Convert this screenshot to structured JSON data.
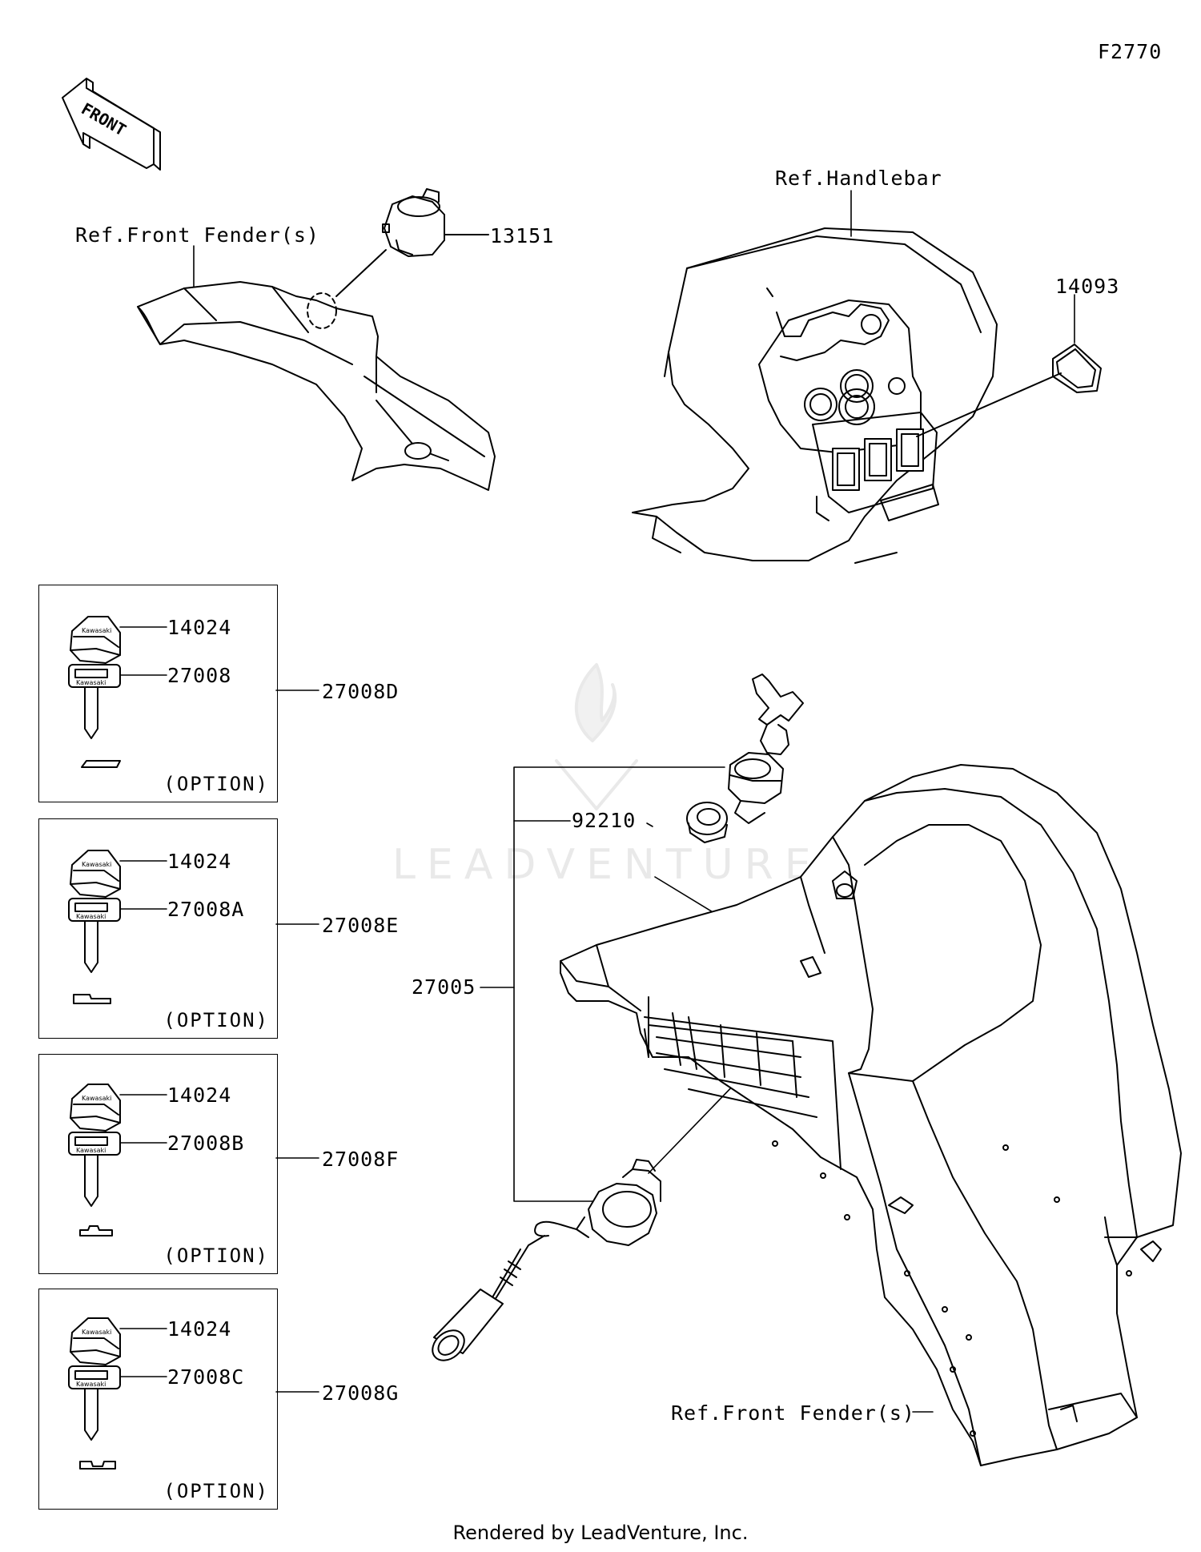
{
  "figure_code": "F2770",
  "front_arrow_text": "FRONT",
  "watermark_text": "LEADVENTURE",
  "footer_text": "Rendered by LeadVenture, Inc.",
  "refs": {
    "front_fender_top": "Ref.Front Fender(s)",
    "handlebar": "Ref.Handlebar",
    "front_fender_bottom": "Ref.Front Fender(s)"
  },
  "parts": {
    "socket": "13151",
    "switch_panel": "14093",
    "nut": "92210",
    "ignition_switch": "27005"
  },
  "key_sets": [
    {
      "cap": "14024",
      "key": "27008",
      "set": "27008D",
      "option": "(OPTION)"
    },
    {
      "cap": "14024",
      "key": "27008A",
      "set": "27008E",
      "option": "(OPTION)"
    },
    {
      "cap": "14024",
      "key": "27008B",
      "set": "27008F",
      "option": "(OPTION)"
    },
    {
      "cap": "14024",
      "key": "27008C",
      "set": "27008G",
      "option": "(OPTION)"
    }
  ],
  "key_brand": "Kawasaki"
}
